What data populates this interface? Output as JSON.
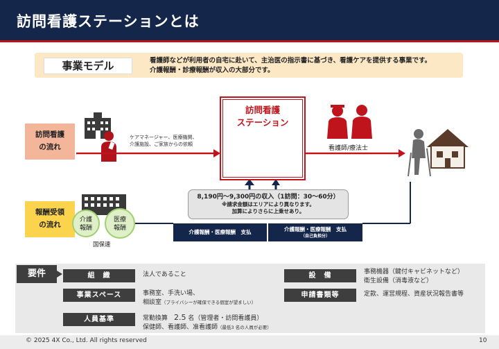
{
  "header": {
    "title": "訪問看護ステーションとは"
  },
  "model": {
    "label": "事業モデル",
    "line1": "看護師などが利用者の自宅に赴いて、主治医の指示書に基づき、看護ケアを提供する事業です。",
    "line2": "介護報酬・診療報酬が収入の大部分です。"
  },
  "flows": {
    "care": {
      "line1": "訪問看護",
      "line2": "の流れ"
    },
    "payment": {
      "line1": "報酬受領",
      "line2": "の流れ"
    }
  },
  "station": {
    "line1": "訪問看護",
    "line2": "ステーション"
  },
  "referral": {
    "line1": "ケアマネージャー、医療機関、",
    "line2": "介護施設、ご家族からの依頼"
  },
  "staff_label": "看護師/療法士",
  "income": {
    "main": "8,190円～9,300円の収入（1訪問：30～60分）",
    "note1": "※請求金額はエリアにより異なります。",
    "note2": "加算によりさらに上乗せあり。"
  },
  "payments": {
    "left": "介護報酬・医療報酬　支払",
    "right": "介護報酬・医療報酬　支払",
    "right_note": "（自己負担分）"
  },
  "insurers": {
    "kaigo": {
      "line1": "介護",
      "line2": "報酬"
    },
    "iryo": {
      "line1": "医療",
      "line2": "報酬"
    },
    "org": "国保連"
  },
  "requirements": {
    "tag": "要件",
    "organization": {
      "key": "組　織",
      "value": "法人であること"
    },
    "space": {
      "key": "事業スペース",
      "value1": "事務室、手洗い場、",
      "value2": "相談室",
      "value2_note": "（プライバシーが確保できる個室が望ましい）"
    },
    "staffing": {
      "key": "人員基準",
      "value1_prefix": "常勤換算",
      "value1_num": "2.5",
      "value1_suffix": "名（管理者・訪問看護員）",
      "value2": "保健師、看護師、准看護師",
      "value2_note": "（最低3 名の人員が必要）"
    },
    "equipment": {
      "key": "設　備",
      "value1": "事務機器（鍵付キャビネットなど）",
      "value2": "衛生設備（消毒液など）"
    },
    "documents": {
      "key": "申請書類等",
      "value": "定款、運営規程、資産状況報告書等"
    }
  },
  "footer": {
    "copyright": "© 2025 4X Co., Ltd. All rights reserved",
    "page": "10"
  },
  "colors": {
    "navy": "#14264a",
    "red": "#c0141c",
    "orange_bg": "#fde8c6",
    "yellow": "#fbd34d",
    "salmon": "#f3b69a"
  }
}
